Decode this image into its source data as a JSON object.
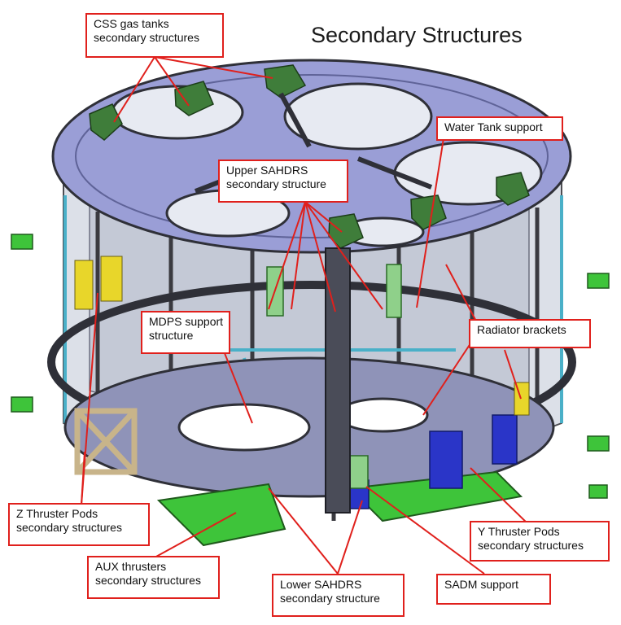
{
  "title": "Secondary Structures",
  "colors": {
    "callout_border": "#e0201c",
    "leader_line": "#e0201c",
    "ring_structure": "#9a9ed6",
    "brackets": "#3f7d3a",
    "pods_green": "#3ec43a",
    "sadm_blue": "#2a35c8",
    "thruster_tan": "#c8b48a",
    "yellow_brackets": "#e8d62a",
    "cyan_struts": "#4ab0c8",
    "frame_dark": "#3a3a40"
  },
  "labels": {
    "css": [
      "CSS gas tanks",
      "secondary structures"
    ],
    "water": [
      "Water Tank support"
    ],
    "upper": [
      "Upper SAHDRS",
      "secondary structure"
    ],
    "mdps": [
      "MDPS support",
      "structure"
    ],
    "radiator": [
      "Radiator brackets"
    ],
    "zthruster": [
      "Z Thruster Pods",
      "secondary structures"
    ],
    "ythruster": [
      "Y Thruster Pods",
      "secondary structures"
    ],
    "aux": [
      "AUX thrusters",
      "secondary structures"
    ],
    "lower": [
      "Lower SAHDRS",
      "secondary structure"
    ],
    "sadm": [
      "SADM support"
    ]
  }
}
